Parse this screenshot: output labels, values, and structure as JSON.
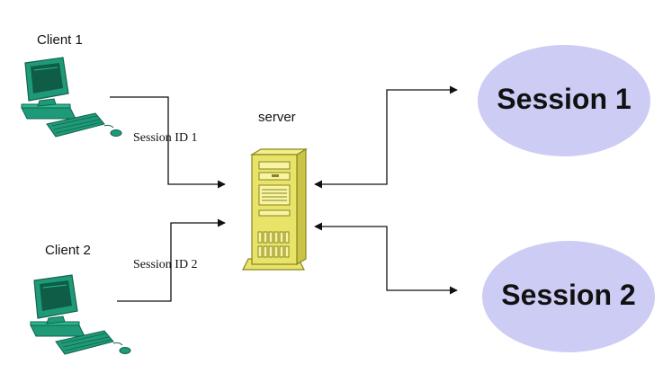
{
  "clients": [
    {
      "label": "Client 1",
      "icon": "computer-icon"
    },
    {
      "label": "Client 2",
      "icon": "computer-icon"
    }
  ],
  "server": {
    "label": "server",
    "icon": "server-tower-icon"
  },
  "session_ids": [
    "Session ID 1",
    "Session ID 2"
  ],
  "sessions": [
    {
      "label": "Session 1"
    },
    {
      "label": "Session 2"
    }
  ],
  "colors": {
    "computer": "#1f9a78",
    "computer_dark": "#10634c",
    "server": "#e8e46a",
    "server_dark": "#8a8420",
    "session_fill": "#ccccf5",
    "line": "#111111"
  }
}
